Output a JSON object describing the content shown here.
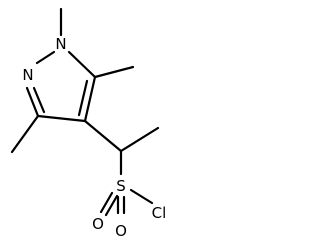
{
  "molecule": {
    "atoms": {
      "n1": "N",
      "n2": "N",
      "s": "S",
      "o1": "O",
      "o2": "O",
      "cl": "Cl"
    },
    "bond_color": "#000000"
  }
}
